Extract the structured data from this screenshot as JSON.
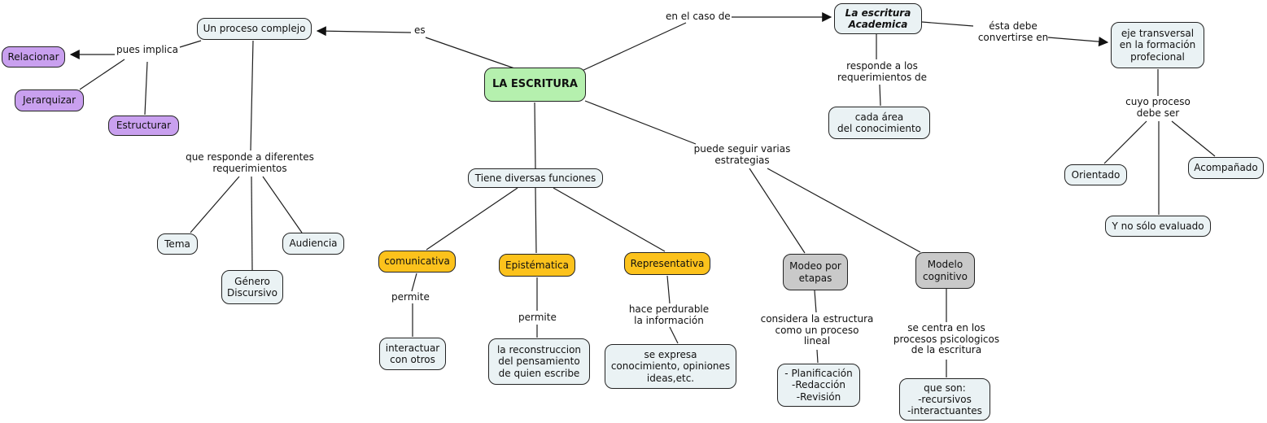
{
  "title": "Concept map: LA ESCRITURA",
  "colors": {
    "background": "#ffffff",
    "node_default": "#eaf2f4",
    "node_purple": "#c9a0ef",
    "node_root_green": "#b5f0ae",
    "node_function_orange": "#fcc21c",
    "node_model_gray": "#c9c9c9",
    "line": "#1e1e1e"
  },
  "nodes": {
    "la_escritura": {
      "label": "LA ESCRITURA"
    },
    "un_proceso_complejo": {
      "label": "Un proceso complejo"
    },
    "relacionar": {
      "label": "Relacionar"
    },
    "jerarquizar": {
      "label": "Jerarquizar"
    },
    "estructurar": {
      "label": "Estructurar"
    },
    "tema": {
      "label": "Tema"
    },
    "genero_discursivo": {
      "label": "Género\nDiscursivo"
    },
    "audiencia": {
      "label": "Audiencia"
    },
    "tiene_diversas_funciones": {
      "label": "Tiene diversas funciones"
    },
    "comunicativa": {
      "label": "comunicativa"
    },
    "epistematica": {
      "label": "Epistématica"
    },
    "representativa": {
      "label": "Representativa"
    },
    "interactuar_con_otros": {
      "label": "interactuar\ncon otros"
    },
    "la_reconstruccion": {
      "label": "la reconstruccion\ndel pensamiento\nde quien escribe"
    },
    "se_expresa": {
      "label": "se expresa\nconocimiento, opiniones\nideas,etc."
    },
    "modeo_por_etapas": {
      "label": "Modeo por\netapas"
    },
    "modelo_cognitivo": {
      "label": "Modelo\ncognitivo"
    },
    "planificacion_redaccion_revision": {
      "label": "- Planificación\n-Redacción\n-Revisión"
    },
    "que_son": {
      "label": "que son:\n-recursivos\n-interactuantes"
    },
    "la_escritura_academica": {
      "label": "La escritura\nAcademica"
    },
    "cada_area": {
      "label": "cada área\ndel conocimiento"
    },
    "eje_transversal": {
      "label": "eje transversal\nen la formación\nprofecional"
    },
    "orientado": {
      "label": "Orientado"
    },
    "acompanado": {
      "label": "Acompañado"
    },
    "y_no_solo_evaluado": {
      "label": "Y no sólo evaluado"
    }
  },
  "links": {
    "es": "es",
    "pues_implica": "pues implica",
    "que_responde": "que responde a diferentes\nrequerimientos",
    "permite_1": "permite",
    "permite_2": "permite",
    "hace_perdurable": "hace perdurable\nla información",
    "en_el_caso_de": "en el caso de",
    "responde_a_los": "responde a los\nrequerimientos de",
    "esta_debe": "ésta debe\nconvertirse en",
    "cuyo_proceso": "cuyo proceso\ndebe ser",
    "puede_seguir": "puede seguir varias\nestrategias",
    "considera": "considera la estructura\ncomo un proceso\nlineal",
    "se_centra": "se centra en los\nprocesos psicologicos\nde la escritura"
  },
  "propositions": [
    {
      "from": "la_escritura",
      "label": "es",
      "to": "un_proceso_complejo",
      "arrow": true
    },
    {
      "from": "un_proceso_complejo",
      "label": "pues implica",
      "to": "relacionar",
      "arrow": true
    },
    {
      "from": "un_proceso_complejo",
      "label": "pues implica",
      "to": "jerarquizar",
      "arrow": false
    },
    {
      "from": "un_proceso_complejo",
      "label": "pues implica",
      "to": "estructurar",
      "arrow": false
    },
    {
      "from": "un_proceso_complejo",
      "label": "que responde a diferentes requerimientos",
      "to": "tema",
      "arrow": false
    },
    {
      "from": "un_proceso_complejo",
      "label": "que responde a diferentes requerimientos",
      "to": "genero_discursivo",
      "arrow": false
    },
    {
      "from": "un_proceso_complejo",
      "label": "que responde a diferentes requerimientos",
      "to": "audiencia",
      "arrow": false
    },
    {
      "from": "la_escritura",
      "label": "",
      "to": "tiene_diversas_funciones",
      "arrow": false
    },
    {
      "from": "tiene_diversas_funciones",
      "label": "",
      "to": "comunicativa",
      "arrow": false
    },
    {
      "from": "tiene_diversas_funciones",
      "label": "",
      "to": "epistematica",
      "arrow": false
    },
    {
      "from": "tiene_diversas_funciones",
      "label": "",
      "to": "representativa",
      "arrow": false
    },
    {
      "from": "comunicativa",
      "label": "permite",
      "to": "interactuar_con_otros",
      "arrow": false
    },
    {
      "from": "epistematica",
      "label": "permite",
      "to": "la_reconstruccion",
      "arrow": false
    },
    {
      "from": "representativa",
      "label": "hace perdurable la información",
      "to": "se_expresa",
      "arrow": false
    },
    {
      "from": "la_escritura",
      "label": "en el caso de",
      "to": "la_escritura_academica",
      "arrow": true
    },
    {
      "from": "la_escritura_academica",
      "label": "responde a los requerimientos de",
      "to": "cada_area",
      "arrow": false
    },
    {
      "from": "la_escritura_academica",
      "label": "ésta debe convertirse en",
      "to": "eje_transversal",
      "arrow": true
    },
    {
      "from": "eje_transversal",
      "label": "cuyo proceso debe ser",
      "to": "orientado",
      "arrow": false
    },
    {
      "from": "eje_transversal",
      "label": "cuyo proceso debe ser",
      "to": "acompanado",
      "arrow": false
    },
    {
      "from": "eje_transversal",
      "label": "cuyo proceso debe ser",
      "to": "y_no_solo_evaluado",
      "arrow": false
    },
    {
      "from": "la_escritura",
      "label": "puede seguir varias estrategias",
      "to": "modeo_por_etapas",
      "arrow": false
    },
    {
      "from": "la_escritura",
      "label": "puede seguir varias estrategias",
      "to": "modelo_cognitivo",
      "arrow": false
    },
    {
      "from": "modeo_por_etapas",
      "label": "considera la estructura como un proceso lineal",
      "to": "planificacion_redaccion_revision",
      "arrow": false
    },
    {
      "from": "modelo_cognitivo",
      "label": "se centra en los procesos psicologicos de la escritura",
      "to": "que_son",
      "arrow": false
    }
  ]
}
